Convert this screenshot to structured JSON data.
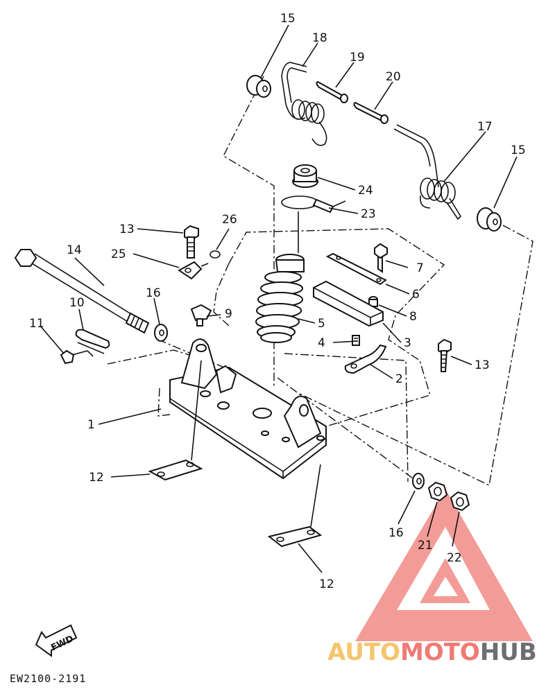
{
  "diagram": {
    "part_numbers": [
      "1",
      "2",
      "3",
      "4",
      "5",
      "6",
      "7",
      "8",
      "9",
      "10",
      "11",
      "12",
      "12",
      "13",
      "13",
      "14",
      "15",
      "15",
      "16",
      "16",
      "17",
      "18",
      "19",
      "20",
      "21",
      "22",
      "23",
      "24",
      "25",
      "26"
    ],
    "drawing_code": "EW2100-2191",
    "direction_marker": "FWD"
  },
  "watermark": {
    "word_1": "AUTO",
    "word_2": "MOTO",
    "word_3": "HUB",
    "color_1": "#F5C56E",
    "color_2": "#EE7B74",
    "color_3": "#6D6E71",
    "logo_color": "#F28B86"
  }
}
